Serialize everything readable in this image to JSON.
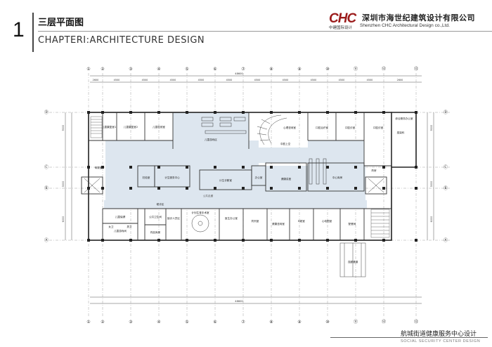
{
  "header": {
    "page_number": "1",
    "title_cn": "三层平面图",
    "title_en": "CHAPTERⅠ:ARCHITECTURE DESIGN"
  },
  "company": {
    "logo_text": "CHC",
    "logo_subtext": "中建国际设计",
    "name_cn": "深圳市海世纪建筑设计有限公司",
    "name_en": "Shenzhen CHC Architectural Design co.,Ltd."
  },
  "plan": {
    "col_axes": [
      "①",
      "②",
      "③",
      "④",
      "⑤",
      "⑥",
      "⑦",
      "⑧",
      "⑨",
      "⑩",
      "⑪",
      "⑫",
      "⑬"
    ],
    "row_axes": [
      "Ⓓ",
      "Ⓒ",
      "Ⓑ",
      "Ⓐ"
    ],
    "spans_top_outer": [
      "2600",
      "4500",
      "4500",
      "4500",
      "4500",
      "4500",
      "4500",
      "4500",
      "4500",
      "4500",
      "4500",
      "2600"
    ],
    "overall_top": "48600",
    "overall_bottom": "48600",
    "left_dims": [
      "9000",
      "3000",
      "6000"
    ],
    "right_dims": [
      "9000",
      "3000",
      "6000"
    ],
    "rooms_north": [
      "儿童康复室1",
      "儿童康复室2",
      "儿童检测室",
      "儿童游戏区",
      "中庭上空",
      "心理咨询室",
      "口腔治疗室",
      "口腔诊室",
      "口腔诊室",
      "综合服务办公室",
      "感染科",
      "妇检室",
      "计生服务中心",
      "计生诊断室",
      "办公室",
      "健康讲座",
      "中心库房",
      "药房",
      "母婴室"
    ],
    "rooms_south": [
      "儿童保健",
      "儿童游戏间",
      "候诊区",
      "接诊人员区",
      "计划生育手术室",
      "药品库房",
      "医生办公室",
      "公共卫生间",
      "药剂室",
      "健康咨询室",
      "B超室",
      "心电图室",
      "女卫",
      "男卫",
      "配餐间"
    ],
    "corridor_label": "公共走廊",
    "bridge_label": "连廊通道"
  },
  "footer": {
    "title_cn": "航城街道健康服务中心设计",
    "title_en": "SOCIAL SECURITY CENTER DESIGN"
  }
}
